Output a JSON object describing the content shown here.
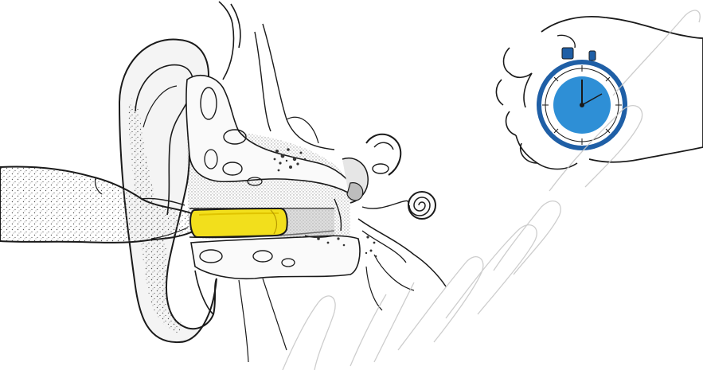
{
  "illustration": {
    "subjects": [
      "ear-cross-section",
      "finger-pressing-earplug",
      "hand-holding-stopwatch"
    ],
    "colors": {
      "line": "#1a1a1a",
      "stipple": "#555555",
      "ear_fill": "#f4f4f4",
      "canal_shadow": "#bdbdbd",
      "earplug": "#f2df1c",
      "earplug_shade": "#e0c400",
      "stopwatch_face": "#2e8fd6",
      "stopwatch_rim": "#1f5fa6",
      "watermark": "#c8c8c8"
    },
    "watermark_icon": "diagonal-outline-watermark"
  }
}
